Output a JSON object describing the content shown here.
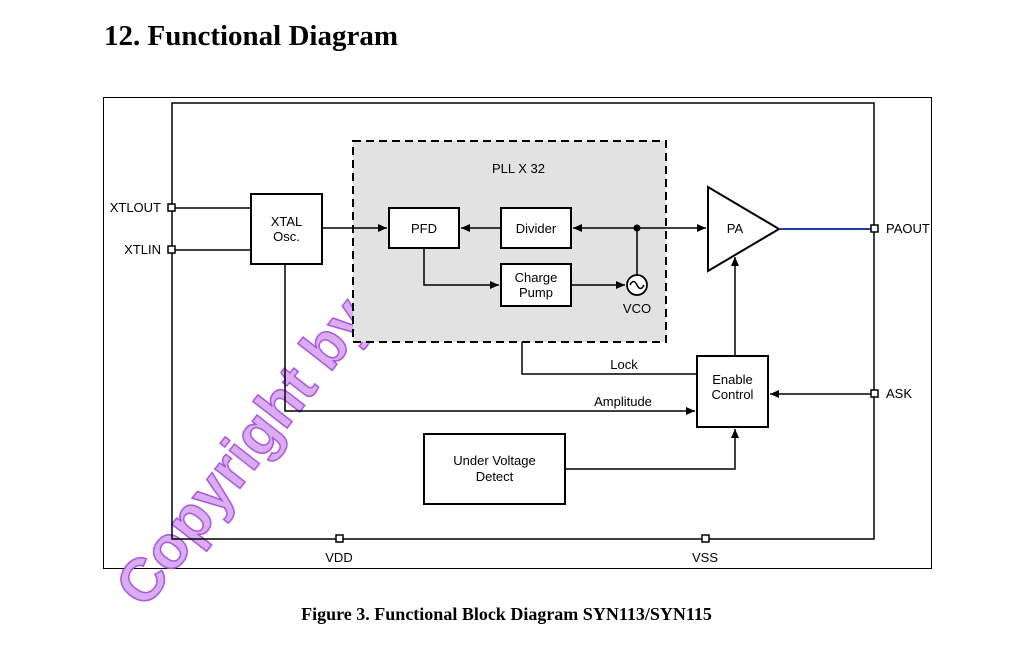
{
  "heading": "12. Functional Diagram",
  "caption": "Figure 3. Functional Block Diagram SYN113/SYN115",
  "watermark": "Copyright by",
  "diagram": {
    "pll_label": "PLL X 32",
    "blocks": {
      "xtal": [
        "XTAL",
        "Osc."
      ],
      "pfd": "PFD",
      "divider": "Divider",
      "charge_pump": [
        "Charge",
        "Pump"
      ],
      "vco": "VCO",
      "pa": "PA",
      "enable_control": [
        "Enable",
        "Control"
      ],
      "uvd": [
        "Under Voltage",
        "Detect"
      ]
    },
    "signals": {
      "lock": "Lock",
      "amplitude": "Amplitude"
    },
    "pins": {
      "xtlout": "XTLOUT",
      "xtlin": "XTLIN",
      "paout": "PAOUT",
      "ask": "ASK",
      "vdd": "VDD",
      "vss": "VSS"
    },
    "colors": {
      "pll_fill": "#e2e2e2",
      "paout_line": "#1f3f9a",
      "watermark": "#d9a8f0"
    }
  }
}
